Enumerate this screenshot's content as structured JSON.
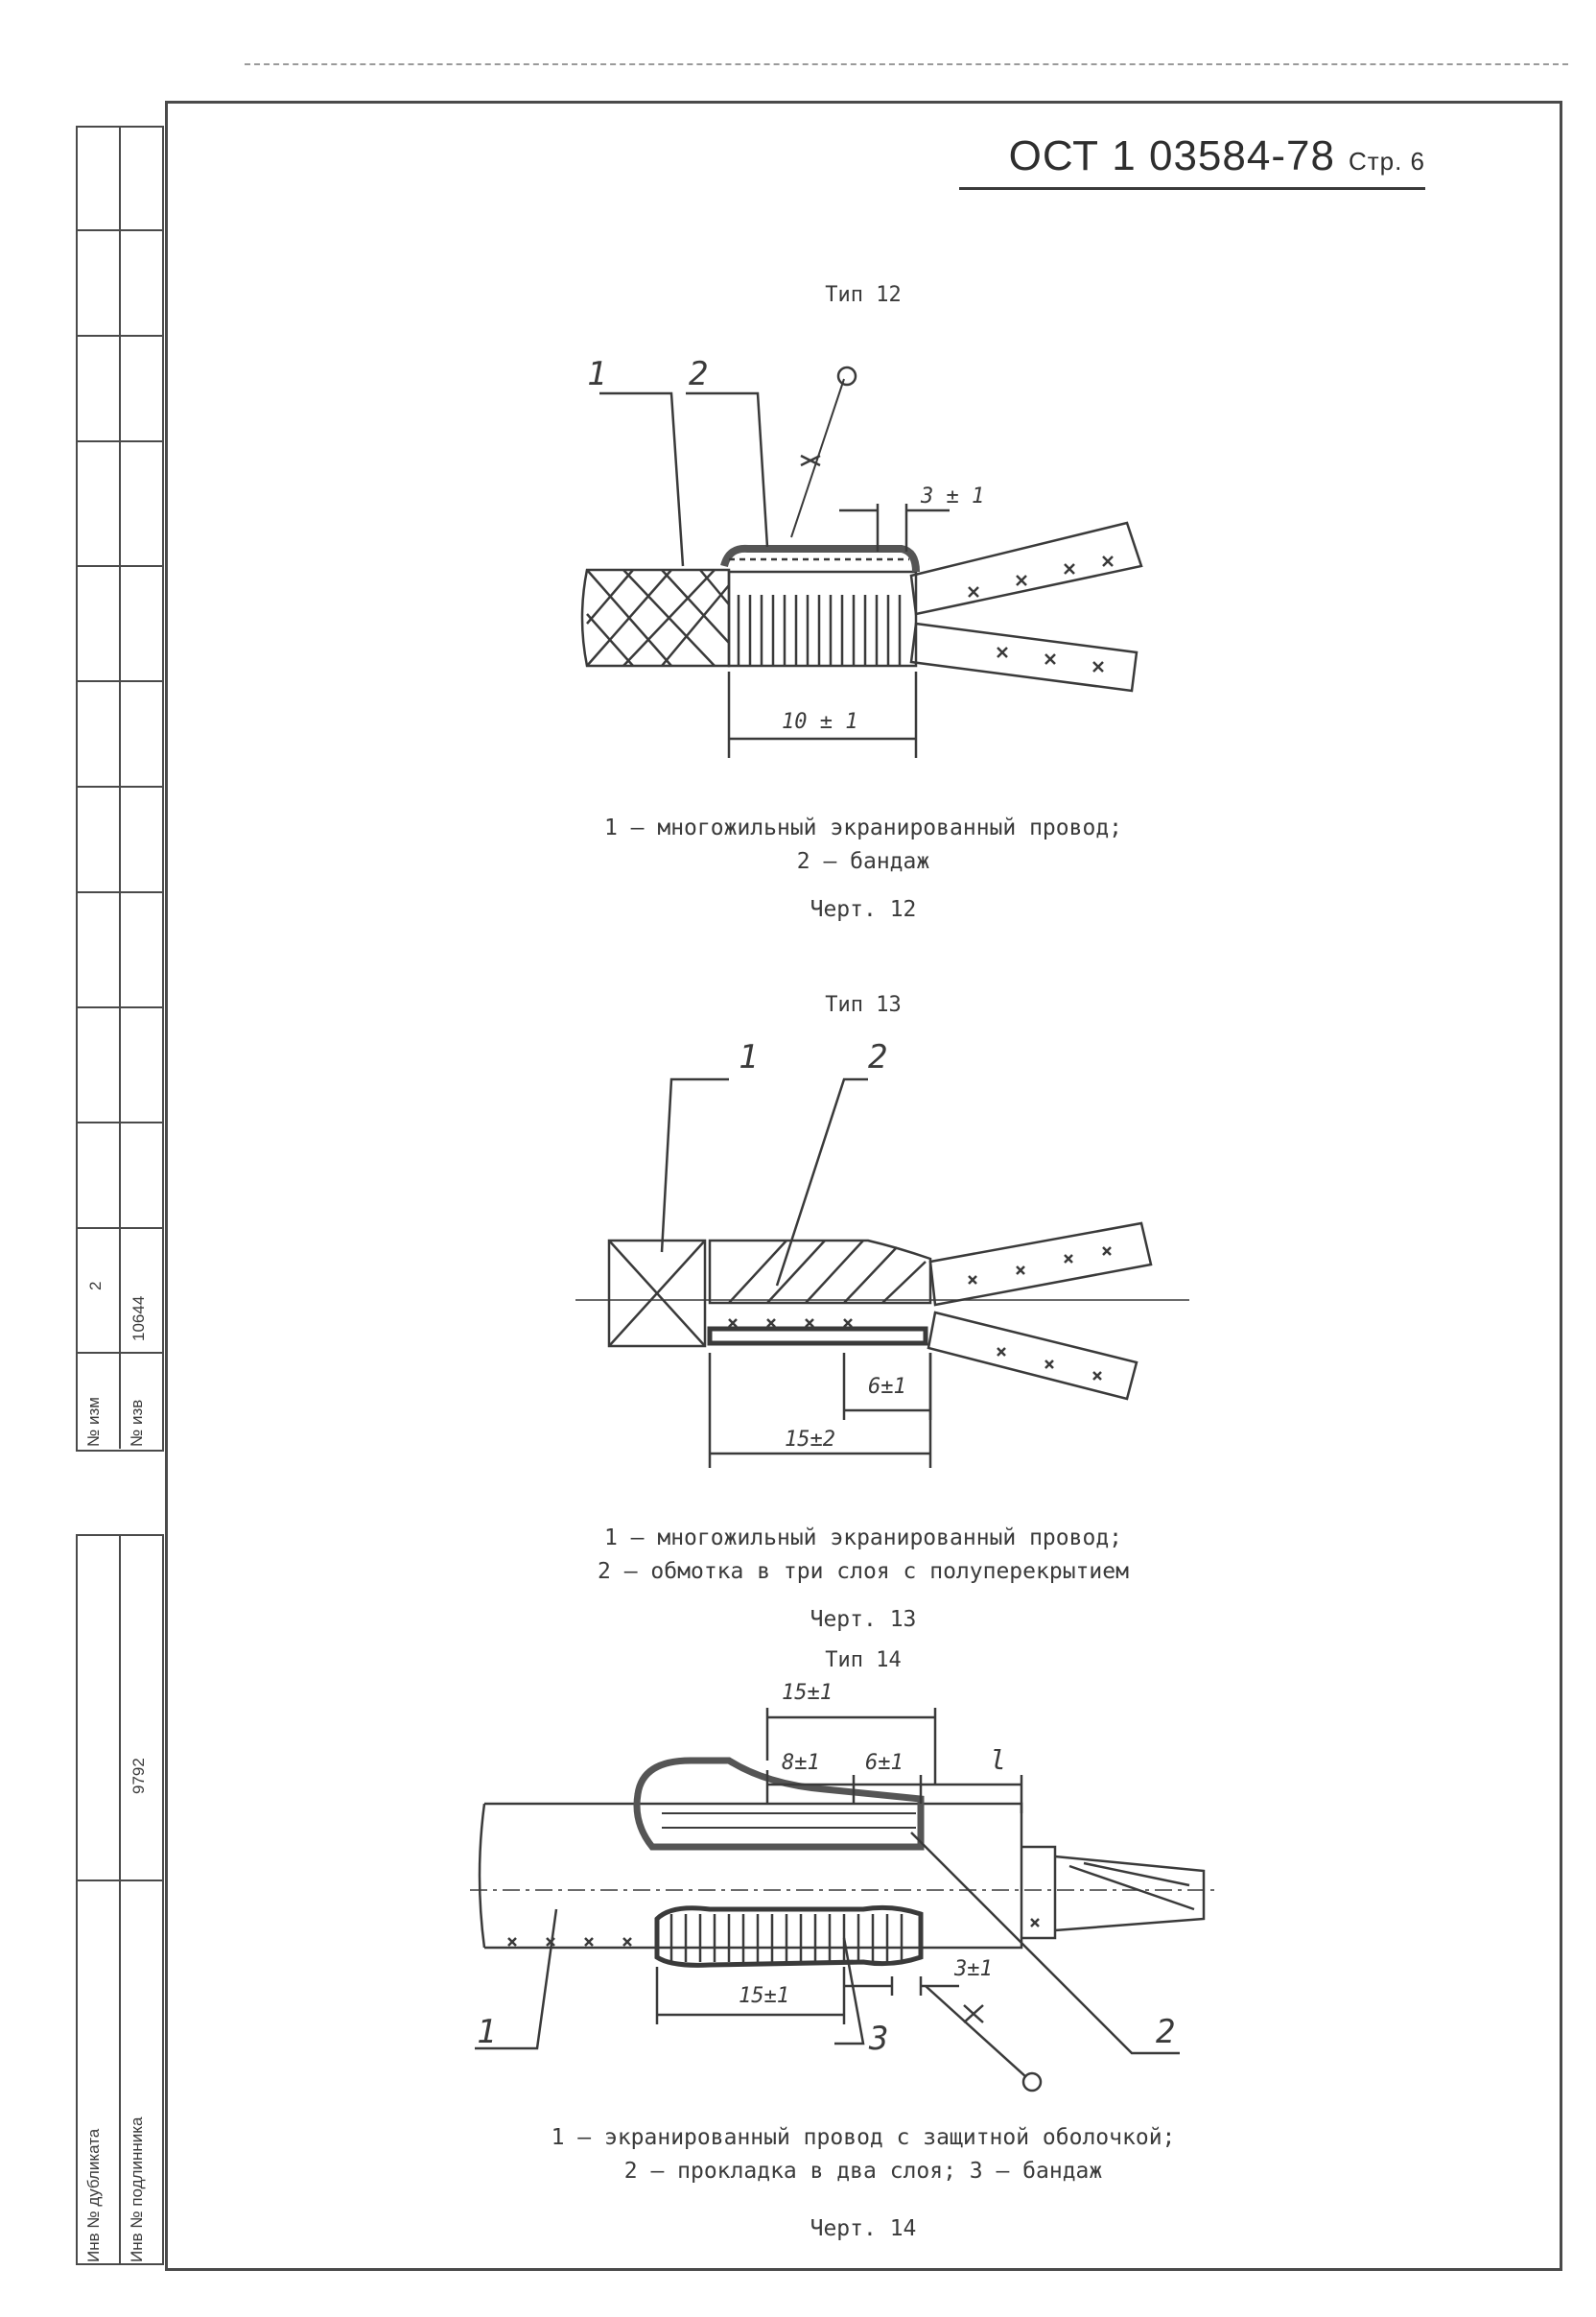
{
  "header": {
    "standard": "ОСТ 1 03584-78",
    "page_label": "Стр. 6"
  },
  "sidebar": {
    "izm_label": "№ изм",
    "izv_label": "№ изв",
    "izm_value": "2",
    "izv_value": "10644",
    "inv_dubl_label": "Инв № дубликата",
    "inv_podl_label": "Инв № подлинника",
    "inv_value": "9792"
  },
  "figures": [
    {
      "type_title": "Тип 12",
      "labels": {
        "a": "1",
        "b": "2"
      },
      "dims": {
        "d1": "3 ± 1",
        "d2": "10 ± 1"
      },
      "legend_line1": "1 – многожильный экранированный провод;",
      "legend_line2": "2 – бандаж",
      "caption": "Черт. 12"
    },
    {
      "type_title": "Тип 13",
      "labels": {
        "a": "1",
        "b": "2"
      },
      "dims": {
        "d1": "6±1",
        "d2": "15±2"
      },
      "legend_line1": "1 – многожильный экранированный провод;",
      "legend_line2": "2 – обмотка в три слоя с полуперекрытием",
      "caption": "Черт. 13"
    },
    {
      "type_title": "Тип 14",
      "labels": {
        "a": "1",
        "b": "2",
        "c": "3"
      },
      "dims": {
        "d1": "15±1",
        "d2": "8±1",
        "d3": "6±1",
        "d4": "l",
        "d5": "3±1",
        "d6": "15±1"
      },
      "legend_line1": "1 – экранированный провод с защитной оболочкой;",
      "legend_line2": "2 – прокладка в два слоя; 3 – бандаж",
      "caption": "Черт. 14"
    }
  ]
}
